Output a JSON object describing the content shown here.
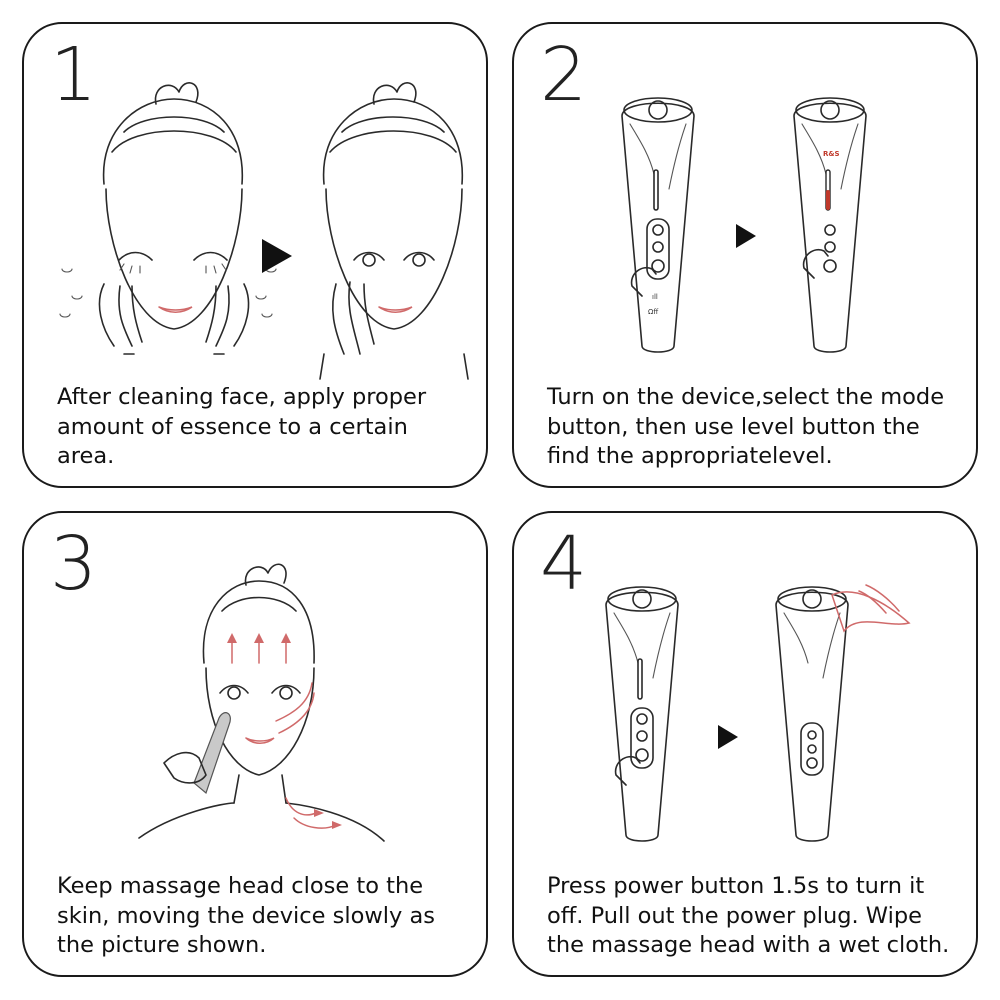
{
  "steps": [
    {
      "number": "1",
      "caption": "After cleaning face, apply proper amount of essence to a certain area."
    },
    {
      "number": "2",
      "caption": "Turn on the device,select the mode button, then use level button the find the appropriatelevel."
    },
    {
      "number": "3",
      "caption": "Keep massage head close to the skin, moving the device slowly as the picture shown."
    },
    {
      "number": "4",
      "caption": "Press power button 1.5s to turn it off. Pull out the power plug. Wipe the massage head with a wet cloth."
    }
  ],
  "device": {
    "mode_text": "R&S",
    "level_text": "ıll",
    "power_text": "Ωff"
  },
  "colors": {
    "border": "#1a1a1a",
    "accent_red": "#d06a6a",
    "line": "#2a2a2a"
  }
}
